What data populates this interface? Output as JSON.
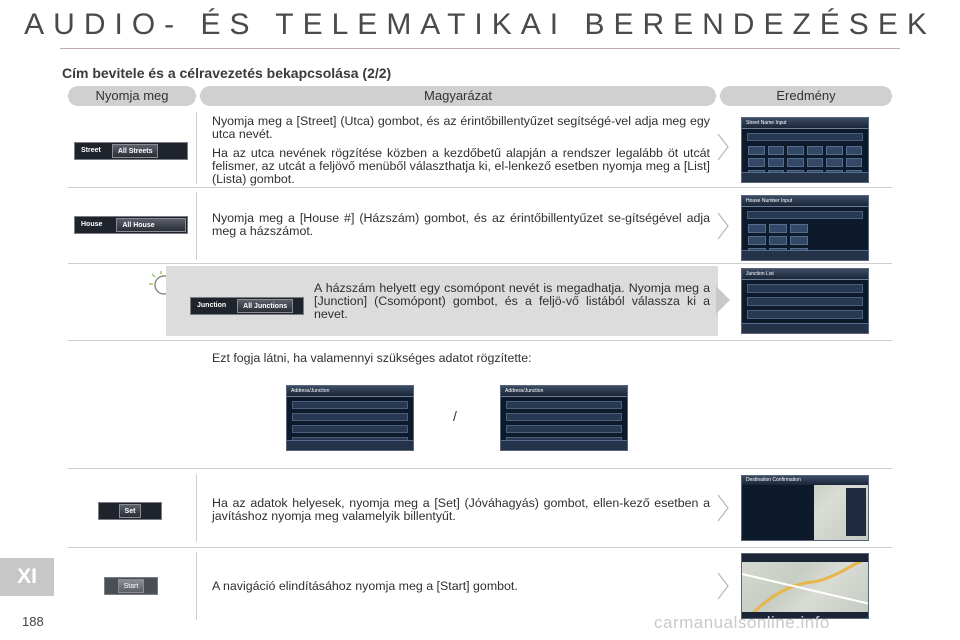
{
  "header": {
    "title": "AUDIO- ÉS TELEMATIKAI BERENDEZÉSEK",
    "section_title": "Cím bevitele és a célravezetés bekapcsolása (2/2)"
  },
  "columns": {
    "press": "Nyomja meg",
    "explanation": "Magyarázat",
    "result": "Eredmény"
  },
  "rows": {
    "street": {
      "btn_label": "Street",
      "btn_action": "All Streets",
      "text1": "Nyomja meg a [Street] (Utca) gombot, és az érintőbillentyűzet segítségé-vel adja meg egy utca nevét.",
      "text2": "Ha az utca nevének rögzítése közben a kezdőbetű alapján a rendszer legalább öt utcát felismer, az utcát a feljövő menüből választhatja ki, el-lenkező esetben nyomja meg a [List] (Lista) gombot.",
      "screen_title": "Street Name Input"
    },
    "house": {
      "btn_label": "House #",
      "btn_action": "All House Numbers",
      "text": "Nyomja meg a [House #] (Házszám) gombot, és az érintőbillentyűzet se-gítségével adja meg a házszámot.",
      "screen_title": "House Number Input"
    },
    "junction": {
      "btn_label": "Junction",
      "btn_action": "All Junctions",
      "text": "A házszám helyett egy csomópont nevét is megadhatja. Nyomja meg a [Junction] (Csomópont) gombot, és a feljö-vő listából válassza ki a nevet.",
      "screen_title": "Junction List"
    },
    "summary": {
      "text": "Ezt fogja látni, ha valamennyi szükséges adatot rögzítette:",
      "separator": "/",
      "screen_title": "Address/Junction"
    },
    "set": {
      "btn_label": "Set",
      "text": "Ha az adatok helyesek, nyomja meg a [Set] (Jóváhagyás) gombot, ellen-kező esetben a javításhoz nyomja meg valamelyik billentyűt.",
      "screen_title": "Destination Confirmation"
    },
    "start": {
      "btn_label": "Start",
      "text": "A navigáció elindításához nyomja meg a [Start] gombot."
    }
  },
  "footer": {
    "chapter": "XI",
    "page_number": "188",
    "watermark": "carmanualsonline.info"
  },
  "colors": {
    "accent_rule": "#c8a6ae",
    "pill_bg": "#d0d0d0",
    "tip_bg": "#dcdcdc",
    "screen_bg": "#0d1a2b",
    "chapter_tab": "#c7c7c7"
  },
  "icons": {
    "tip": "magnifier-icon",
    "arrow": "chevron-right-icon"
  }
}
